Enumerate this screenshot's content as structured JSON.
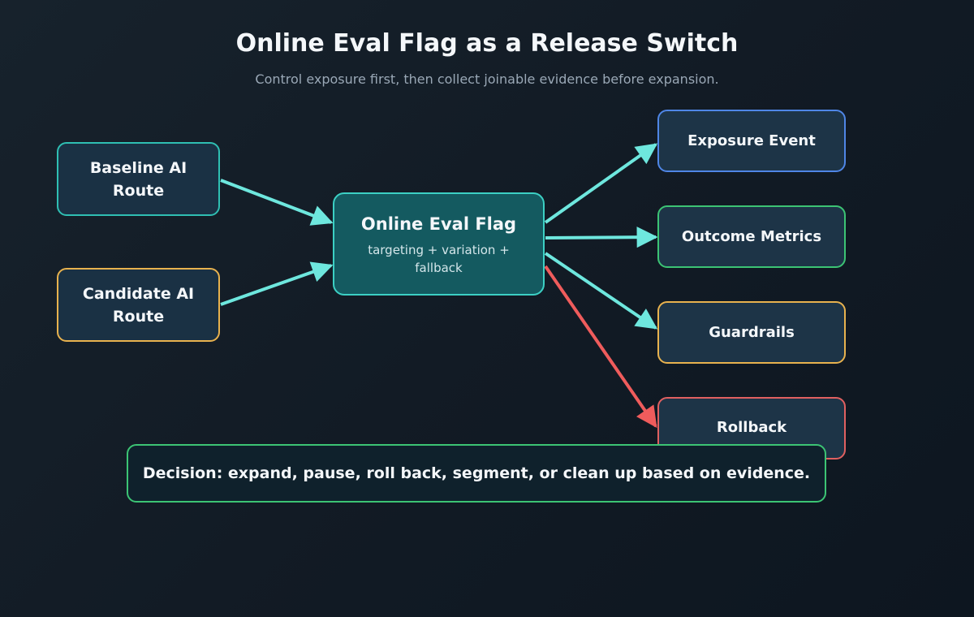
{
  "title": "Online Eval Flag as a Release Switch",
  "subtitle": "Control exposure first, then collect joinable evidence before expansion.",
  "sources": [
    {
      "label": "Baseline AI Route",
      "border": "#2fbfb3"
    },
    {
      "label": "Candidate AI Route",
      "border": "#e8b24e"
    }
  ],
  "center": {
    "label": "Online Eval Flag",
    "sublabel": "targeting + variation + fallback",
    "border": "#3cd0c4"
  },
  "outputs": [
    {
      "label": "Exposure Event",
      "border": "#4f86e6"
    },
    {
      "label": "Outcome Metrics",
      "border": "#3cc474"
    },
    {
      "label": "Guardrails",
      "border": "#e8b24e"
    },
    {
      "label": "Rollback",
      "border": "#e06060"
    }
  ],
  "decision": "Decision: expand, pause, roll back, segment, or clean up based on evidence.",
  "colors": {
    "arrow": "#6ee7de",
    "rollback_arrow": "#ef5c5c",
    "decision_border": "#3cc474"
  }
}
